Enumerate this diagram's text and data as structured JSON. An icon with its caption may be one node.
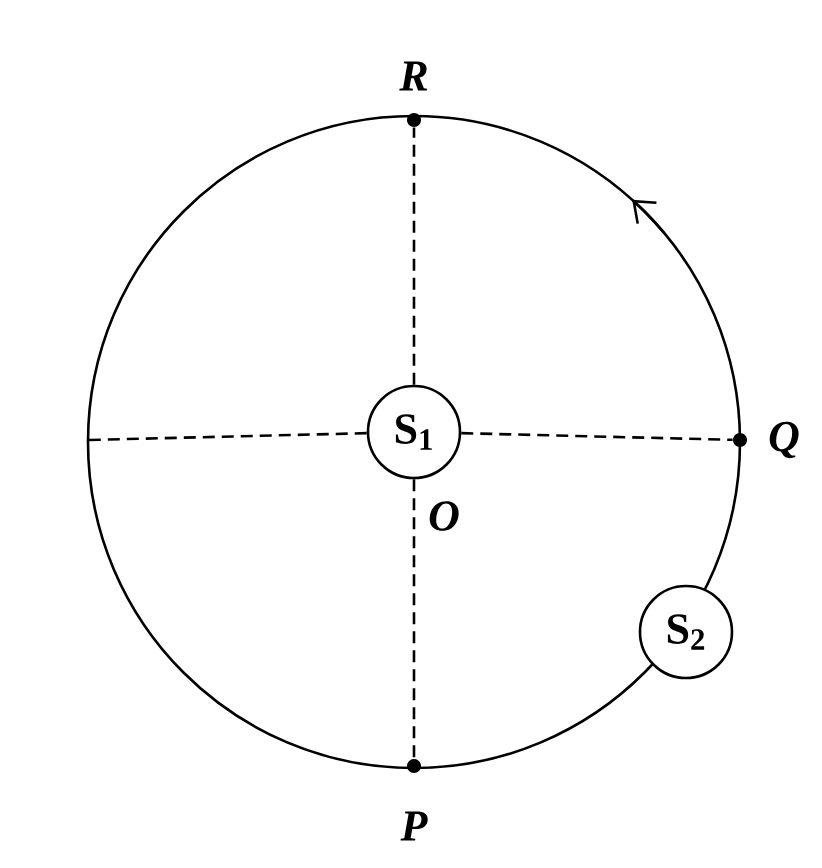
{
  "diagram": {
    "nodes": [
      {
        "text": [
          "S$_{1}$"
        ]
      },
      {
        "text": [
          "S$_{2}$"
        ]
      },
      {
        "text": [],
        "shape": "circle",
        "beside": [
          "R"
        ]
      },
      {
        "text": [],
        "shape": "circle",
        "beside": [
          "Q"
        ]
      },
      {
        "text": [],
        "shape": "circle",
        "beside": [
          "P"
        ]
      }
    ],
    "edges": [
      {
        "from": 0,
        "to": 2,
        "arrow": "none",
        "style": "dashed"
      },
      {
        "from": 0,
        "to": 3,
        "arrow": "none",
        "style": "dashed"
      },
      {
        "from": 0,
        "to": 4,
        "arrow": "none",
        "style": "dashed"
      },
      {
        "from": 0,
        "to": null,
        "arrow": "none",
        "style": "dashed"
      }
    ],
    "labels": [
      "O"
    ]
  }
}
